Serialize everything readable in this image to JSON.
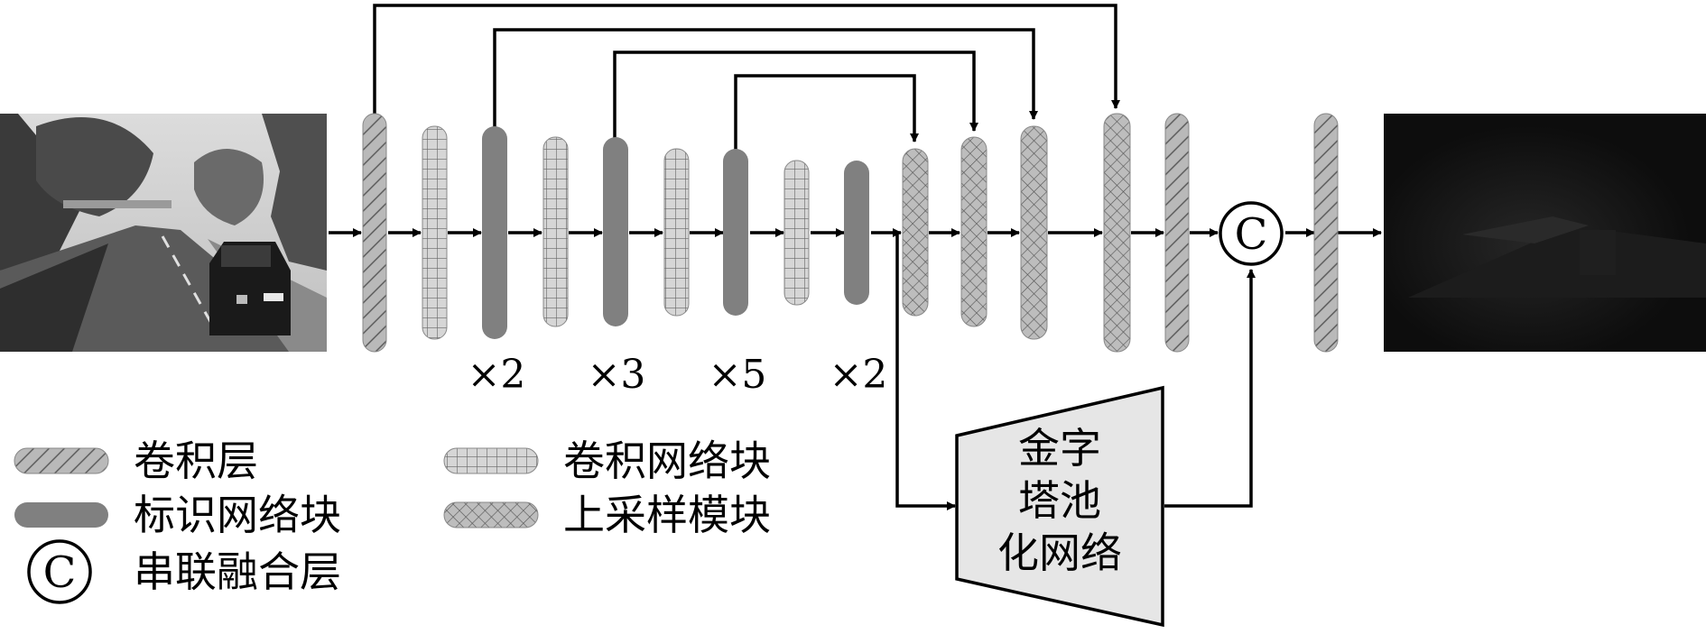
{
  "multipliers": [
    "×2",
    "×3",
    "×5",
    "×2"
  ],
  "concat_symbol": "C",
  "pyramid_pooling": {
    "lines": [
      "金字",
      "塔池",
      "化网络"
    ]
  },
  "legend": {
    "conv_layer": "卷积层",
    "identity_block": "标识网络块",
    "concat_layer": "串联融合层",
    "conv_block": "卷积网络块",
    "upsample_block": "上采样模块"
  },
  "colors": {
    "identity_block": "#808080",
    "conv_pattern_bg": "#b9b9b9",
    "grid_pattern_bg": "#d6d6d6",
    "cross_pattern_bg": "#bdbdbd",
    "pooling_fill": "#e6e6e6",
    "output_image": "#0d0d0d"
  },
  "images": {
    "input": "street-scene-grayscale",
    "output": "depth-map-dark"
  }
}
